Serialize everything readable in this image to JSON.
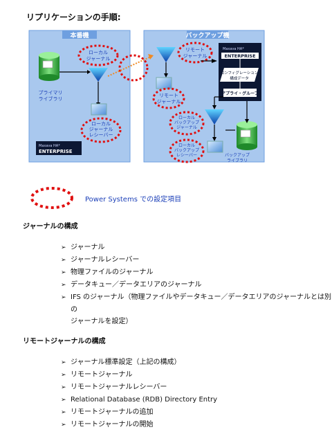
{
  "title": "リプリケーションの手順:",
  "diagram": {
    "left_panel_title": "本番機",
    "right_panel_title": "バックアップ機",
    "local_journal": [
      "ローカル",
      "ジャーナル"
    ],
    "primary_library": [
      "プライマリ",
      "ライブラリ"
    ],
    "local_journal_receiver": [
      "ローカル",
      "ジャーナル",
      "レシーバー"
    ],
    "brand_small": "Maxava HA*",
    "brand_big": "ENTERPRISE",
    "remote_journal": [
      "リモート",
      "ジャーナル"
    ],
    "remote_journal_receiver": [
      "リモート",
      "ジャーナル"
    ],
    "local_backup_journal": [
      "ローカル",
      "バックアップ",
      "ジャーナル"
    ],
    "local_backup_receiver": [
      "ローカル",
      "バックアップ",
      "レシーバー"
    ],
    "config_data": [
      "コンフィグレーション",
      "構成データ"
    ],
    "apply_group": "アプライ・グループ",
    "backup_library": [
      "バックアップ",
      "ライブラリ"
    ]
  },
  "legend": {
    "text": "Power Systems での設定項目"
  },
  "section1": {
    "heading": "ジャーナルの構成",
    "items": [
      "ジャーナル",
      "ジャーナルレシーバー",
      "物理ファイルのジャーナル",
      "データキュー／データエリアのジャーナル",
      "IFS のジャーナル（物理ファイルやデータキュー／データエリアのジャーナルとは別の"
    ],
    "continuation": "ジャーナルを設定）"
  },
  "section2": {
    "heading": "リモートジャーナルの構成",
    "items": [
      "ジャーナル標準設定（上記の構成）",
      "リモートジャーナル",
      "リモートジャーナルレシーバー",
      "Relational Database (RDB) Directory Entry",
      "リモートジャーナルの追加",
      "リモートジャーナルの開始"
    ]
  },
  "colors": {
    "panel": "#a9c8ee",
    "panel_title": "#6e9fe0",
    "highlight": "#e01010",
    "legend_text": "#1b3fb8",
    "db_green": "#3cae3c",
    "arrow_orange": "#f08a24"
  }
}
